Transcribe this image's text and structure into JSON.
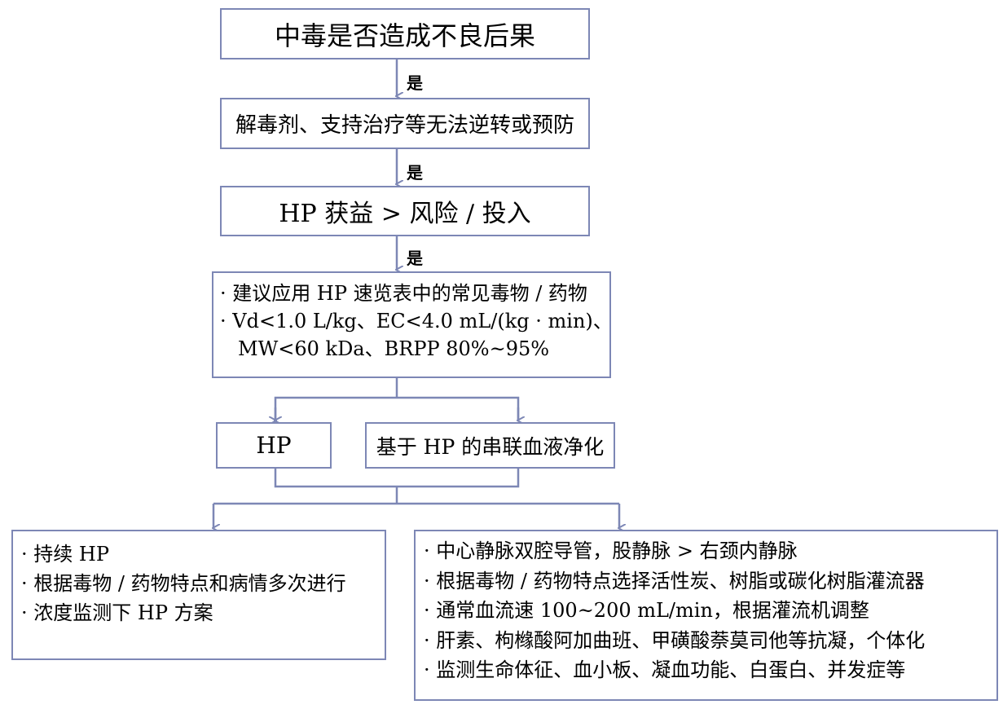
{
  "colors": {
    "border": "#7d87b5",
    "text": "#000000"
  },
  "nodes": {
    "n1": "中毒是否造成不良后果",
    "n2": "解毒剂、支持治疗等无法逆转或预防",
    "n3": "HP 获益 > 风险 / 投入",
    "n4": [
      "· 建议应用 HP 速览表中的常见毒物 / 药物",
      "· Vd<1.0 L/kg、EC<4.0 mL/(kg · min)、",
      "  MW<60 kDa、BRPP 80%~95%"
    ],
    "n5": "HP",
    "n6": "基于 HP 的串联血液净化",
    "n7": [
      "· 持续 HP",
      "· 根据毒物 / 药物特点和病情多次进行",
      "· 浓度监测下 HP 方案"
    ],
    "n8": [
      "· 中心静脉双腔导管，股静脉 > 右颈内静脉",
      "· 根据毒物 / 药物特点选择活性炭、树脂或碳化树脂灌流器",
      "· 通常血流速 100~200 mL/min，根据灌流机调整",
      "· 肝素、枸橼酸阿加曲班、甲磺酸萘莫司他等抗凝，个体化",
      "· 监测生命体征、血小板、凝血功能、白蛋白、并发症等"
    ]
  },
  "edge_labels": {
    "yes1": "是",
    "yes2": "是",
    "yes3": "是"
  }
}
